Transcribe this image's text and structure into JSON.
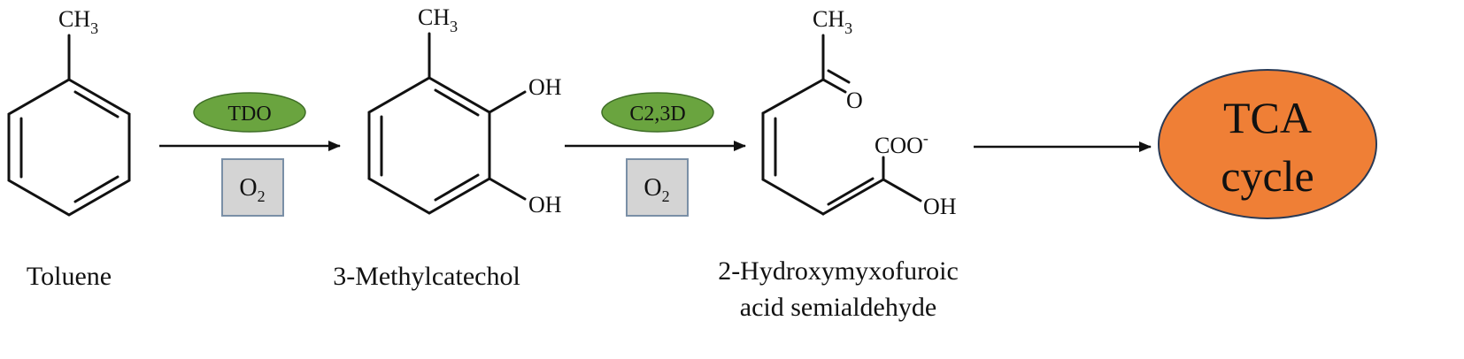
{
  "compounds": {
    "toluene": {
      "name": "Toluene",
      "methyl": "CH",
      "methyl_sub": "3"
    },
    "methylcatechol": {
      "name": "3-Methylcatechol",
      "methyl": "CH",
      "methyl_sub": "3",
      "oh_top": "OH",
      "oh_bottom": "OH"
    },
    "hydroxymuconic": {
      "name_line1": "2-Hydroxymyxofuroic",
      "name_line2": "acid semialdehyde",
      "methyl": "CH",
      "methyl_sub": "3",
      "oxygen": "O",
      "carboxylate": "COO",
      "carboxylate_sup": "-",
      "oh": "OH"
    }
  },
  "steps": [
    {
      "enzyme": "TDO",
      "cofactor": "O",
      "cofactor_sub": "2"
    },
    {
      "enzyme": "C2,3D",
      "cofactor": "O",
      "cofactor_sub": "2"
    }
  ],
  "product": {
    "line1": "TCA",
    "line2": "cycle"
  },
  "colors": {
    "enzyme_fill": "#6aa43f",
    "enzyme_stroke": "#3f6e27",
    "cofactor_fill": "#d4d4d4",
    "cofactor_stroke": "#7a8fa6",
    "product_fill": "#ef7f36",
    "product_stroke": "#2a3a55",
    "line": "#111111"
  }
}
